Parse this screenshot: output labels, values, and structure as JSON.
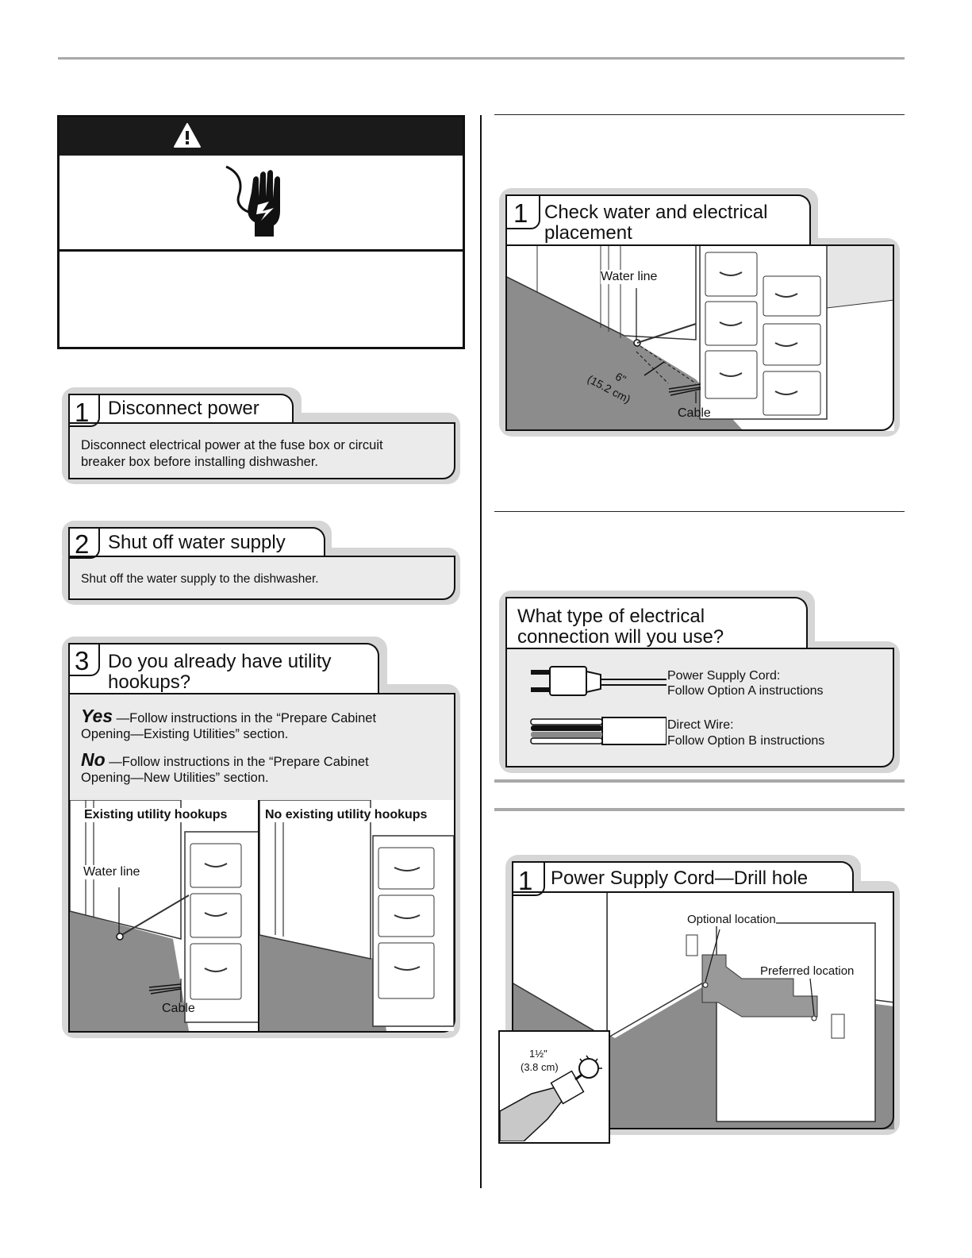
{
  "warning": {
    "icon": "warning-triangle-icon",
    "hand_icon": "electrical-shock-hand-icon"
  },
  "steps_left": [
    {
      "number": "1",
      "title": "Disconnect power",
      "text": [
        "Disconnect electrical power at the fuse box or circuit",
        "breaker box before installing dishwasher."
      ]
    },
    {
      "number": "2",
      "title": "Shut off water supply",
      "text": [
        "Shut off the water supply to the dishwasher."
      ]
    },
    {
      "number": "3",
      "title_lines": [
        "Do you already have utility",
        "hookups?"
      ],
      "yes_word": "Yes",
      "yes_text": "—Follow instructions in the “Prepare Cabinet",
      "yes_text2": "Opening—Existing Utilities” section.",
      "no_word": "No",
      "no_text": "—Follow instructions in the “Prepare Cabinet",
      "no_text2": "Opening—New Utilities” section.",
      "left_caption": "Existing utility hookups",
      "right_caption": "No existing utility hookups",
      "water_label": "Water line",
      "cable_label": "Cable"
    }
  ],
  "steps_right": {
    "check": {
      "number": "1",
      "title_lines": [
        "Check water and electrical",
        "placement"
      ],
      "water_label": "Water line",
      "cable_label": "Cable",
      "dim_in": "6\"",
      "dim_cm": "(15.2 cm)"
    },
    "connection": {
      "title_lines": [
        "What type of electrical",
        "connection will you use?"
      ],
      "option_a": [
        "Power Supply Cord:",
        "Follow Option A instructions"
      ],
      "option_b": [
        "Direct Wire:",
        "Follow Option B instructions"
      ]
    },
    "drill": {
      "number": "1",
      "title": "Power Supply Cord—Drill hole",
      "optional_label": "Optional location",
      "preferred_label": "Preferred location",
      "size_in": "1½\"",
      "size_cm": "(3.8 cm)"
    }
  }
}
